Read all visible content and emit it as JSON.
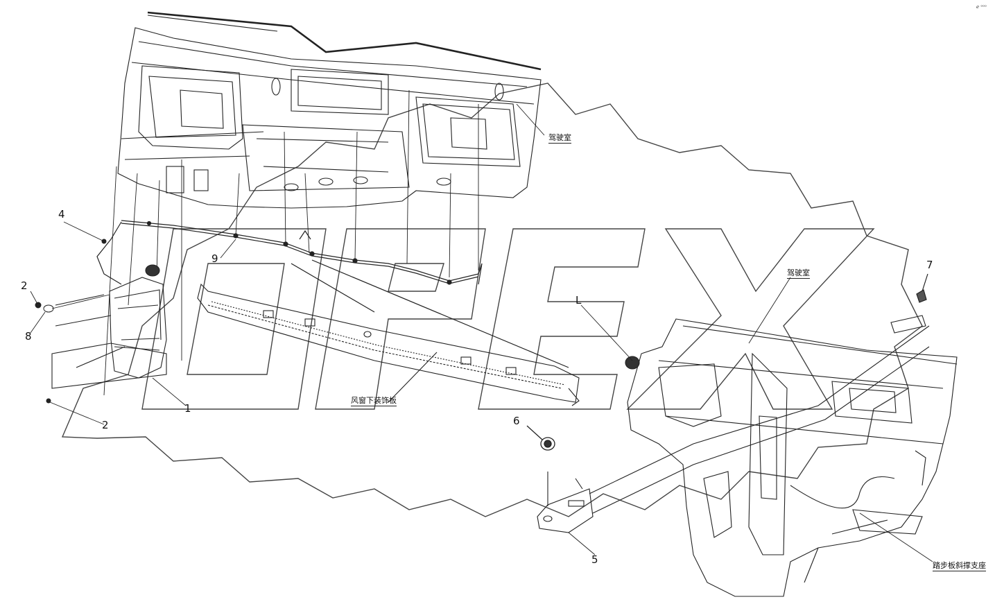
{
  "watermark": {
    "text": "OPEX",
    "color": "#555555"
  },
  "corner_mark": "ℯ ᵒᵒᵒ",
  "callouts": {
    "c1": "1",
    "c2a": "2",
    "c2b": "2",
    "c4": "4",
    "c5": "5",
    "c6": "6",
    "c7": "7",
    "c8": "8",
    "c9": "9"
  },
  "notes": {
    "cab_top": "驾驶室",
    "cab_right": "驾驶室",
    "windshield_trim": "风窗下装饰板",
    "footrest_support": "踏步板斜撑支座"
  },
  "colors": {
    "line": "#222222",
    "shade": "#6a6a6a"
  }
}
